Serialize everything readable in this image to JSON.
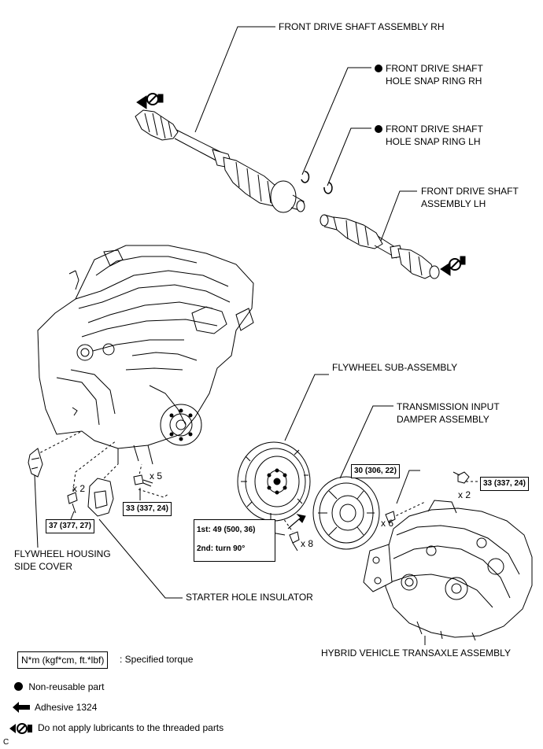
{
  "labels": {
    "front_rh": "FRONT DRIVE SHAFT ASSEMBLY RH",
    "snap_rh_1": "FRONT DRIVE SHAFT",
    "snap_rh_2": "HOLE SNAP RING RH",
    "snap_lh_1": "FRONT DRIVE SHAFT",
    "snap_lh_2": "HOLE SNAP RING LH",
    "front_lh_1": "FRONT DRIVE SHAFT",
    "front_lh_2": "ASSEMBLY LH",
    "flywheel": "FLYWHEEL SUB-ASSEMBLY",
    "damper_1": "TRANSMISSION INPUT",
    "damper_2": "DAMPER ASSEMBLY",
    "housing_1": "FLYWHEEL HOUSING",
    "housing_2": "SIDE COVER",
    "starter": "STARTER HOLE INSULATOR",
    "transaxle": "HYBRID VEHICLE TRANSAXLE ASSEMBLY"
  },
  "torques": {
    "t30": "30 (306, 22)",
    "t33a": "33 (337, 24)",
    "t33b": "33 (337, 24)",
    "t37": "37 (377, 27)",
    "step1": "1st: 49 (500, 36)",
    "step2": "2nd: turn 90°"
  },
  "multipliers": {
    "x2a": "x 2",
    "x5": "x 5",
    "x6": "x 6",
    "x2b": "x 2",
    "x8": "x 8"
  },
  "legend": {
    "torque_box": "N*m (kgf*cm, ft.*lbf)",
    "torque_desc": ": Specified torque",
    "nonreusable": "Non-reusable part",
    "adhesive": "Adhesive 1324",
    "no_lube": "Do not apply lubricants to the threaded parts",
    "corner": "C"
  },
  "colors": {
    "ink": "#000000",
    "background": "#ffffff"
  }
}
